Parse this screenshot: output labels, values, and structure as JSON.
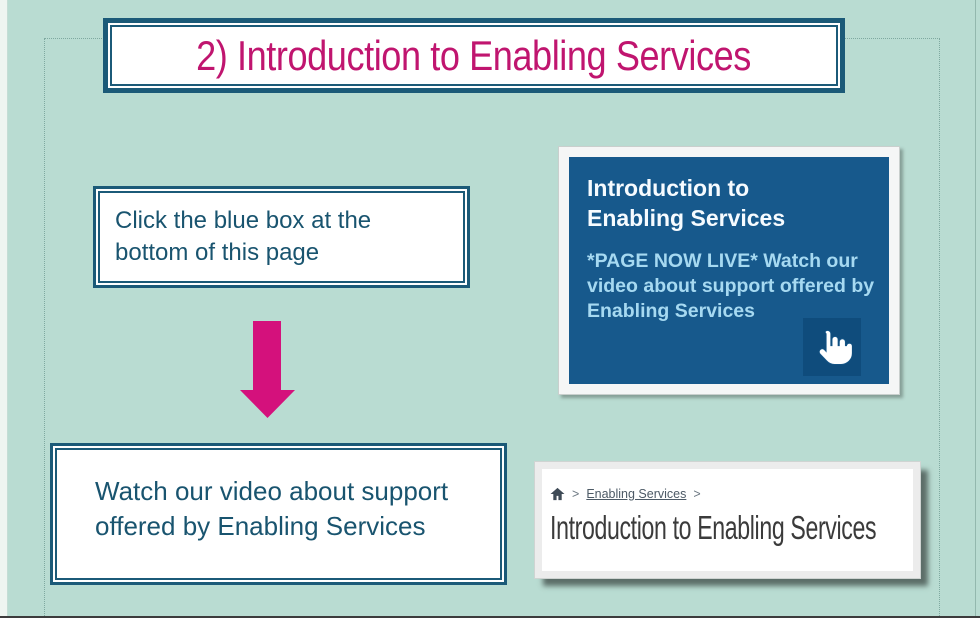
{
  "slide": {
    "title": "2) Introduction to Enabling Services"
  },
  "callouts": {
    "top_instruction": "Click the blue box at the bottom of this page",
    "bottom_instruction": "Watch our video about support offered by Enabling Services"
  },
  "blue_tile": {
    "heading": "Introduction to Enabling Services",
    "body": "*PAGE NOW LIVE* Watch our video about support offered by Enabling Services",
    "cursor_icon": "hand-pointer-icon"
  },
  "breadcrumb_capture": {
    "home_icon": "home-icon",
    "separator1": ">",
    "link_label": "Enabling Services",
    "separator2": ">",
    "page_heading": "Introduction to Enabling Services"
  },
  "icons": {
    "flow_arrow": "down-arrow-icon"
  },
  "colors": {
    "background": "#b9dcd2",
    "accent_teal_border": "#1b5a78",
    "title_pink": "#c0156f",
    "arrow_pink": "#d4117c",
    "tile_blue": "#17598c",
    "tile_text_light": "#a6d9f1",
    "breadcrumb_text": "#4d5a66",
    "capture_heading": "#3b3b3b"
  }
}
